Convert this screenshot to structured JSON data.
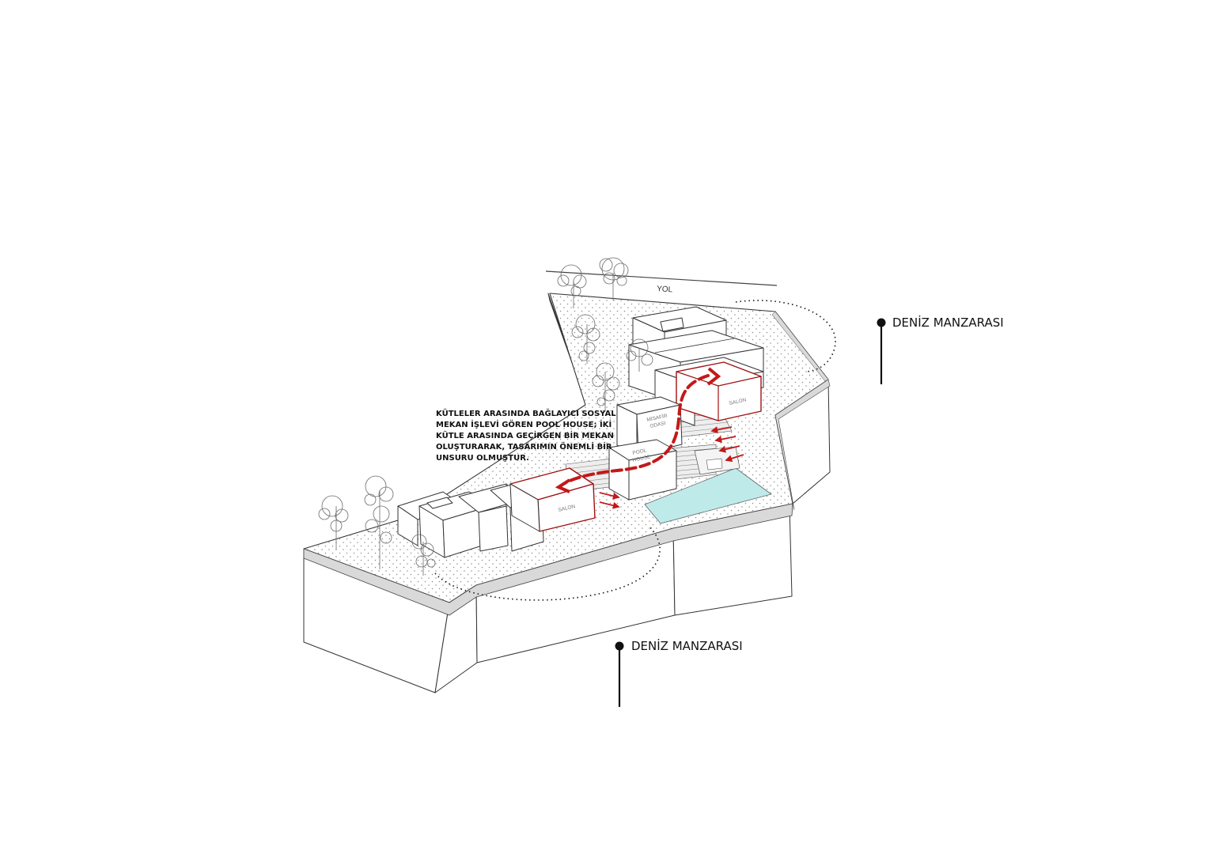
{
  "labels": {
    "road": "YOL",
    "salon_left": "SALON",
    "salon_right": "SALON",
    "pool_house_1": "POOL",
    "pool_house_2": "HOUSE",
    "guest_room_1": "MİSAFİR",
    "guest_room_2": "ODASI"
  },
  "annotation": {
    "lines": [
      "KÜTLELER ARASINDA BAĞLAYICI SOSYAL",
      "MEKAN İŞLEVİ GÖREN POOL HOUSE; İKİ",
      "KÜTLE ARASINDA GEÇİRGEN BİR MEKAN",
      "OLUŞTURARAK, TASARIMIN ÖNEMLİ BİR",
      "UNSURU OLMUŞTUR."
    ]
  },
  "views": {
    "right": "DENİZ MANZARASI",
    "bottom": "DENİZ MANZARASI"
  },
  "colors": {
    "accent_red": "#c41818",
    "outline_red": "#a01010",
    "pool": "#bfeaea",
    "line": "#333333"
  }
}
